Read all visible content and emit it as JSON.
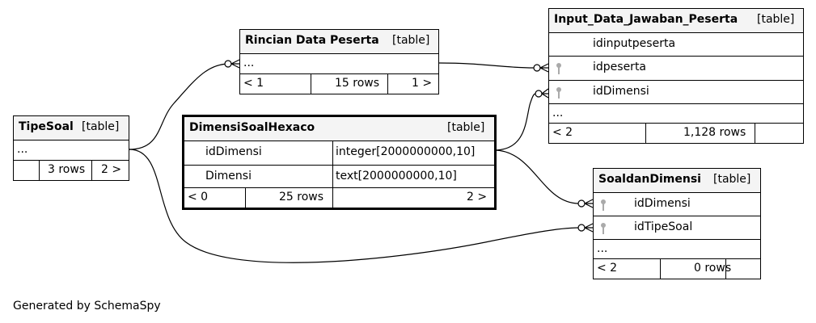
{
  "tables": {
    "rincian": {
      "name": "Rincian Data Peserta",
      "tag": "[table]",
      "ellipsis": "...",
      "prev": "< 1",
      "rows": "15 rows",
      "next": "1 >"
    },
    "input": {
      "name": "Input_Data_Jawaban_Peserta",
      "tag": "[table]",
      "col1": "idinputpeserta",
      "col2": "idpeserta",
      "col3": "idDimensi",
      "ellipsis": "...",
      "prev": "< 2",
      "rows": "1,128 rows"
    },
    "tipesoal": {
      "name": "TipeSoal",
      "tag": "[table]",
      "ellipsis": "...",
      "rows": "3 rows",
      "next": "2 >"
    },
    "dimensi": {
      "name": "DimensiSoalHexaco",
      "tag": "[table]",
      "col1": "idDimensi",
      "type1": "integer[2000000000,10]",
      "col2": "Dimensi",
      "type2": "text[2000000000,10]",
      "prev": "< 0",
      "rows": "25 rows",
      "next": "2 >"
    },
    "soal": {
      "name": "SoaldanDimensi",
      "tag": "[table]",
      "col1": "idDimensi",
      "col2": "idTipeSoal",
      "ellipsis": "...",
      "prev": "< 2",
      "rows": "0 rows"
    }
  },
  "footer": "Generated by SchemaSpy",
  "colors": {
    "header_bg": "#f4f4f4",
    "line": "#000000",
    "key_icon": "#aaaaaa"
  }
}
